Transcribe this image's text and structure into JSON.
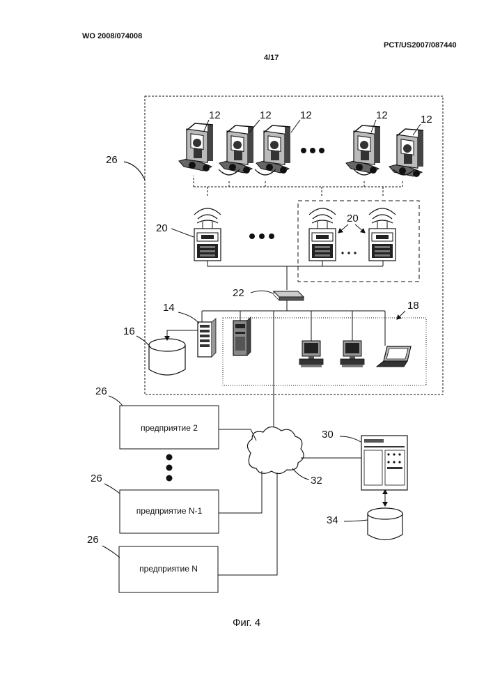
{
  "header": {
    "pub_number": "WO 2008/074008",
    "page": "4/17",
    "app_number": "PCT/US2007/087440"
  },
  "labels": {
    "forklift": "12",
    "ap": "20",
    "ap_group": "20",
    "switch": "22",
    "server": "14",
    "database": "16",
    "network": "18",
    "enterprise": "26",
    "central_server": "30",
    "internet": "32",
    "central_db": "34"
  },
  "enterprises": [
    "предприятие 2",
    "предприятие N-1",
    "предприятие N"
  ],
  "caption": "Фиг. 4"
}
